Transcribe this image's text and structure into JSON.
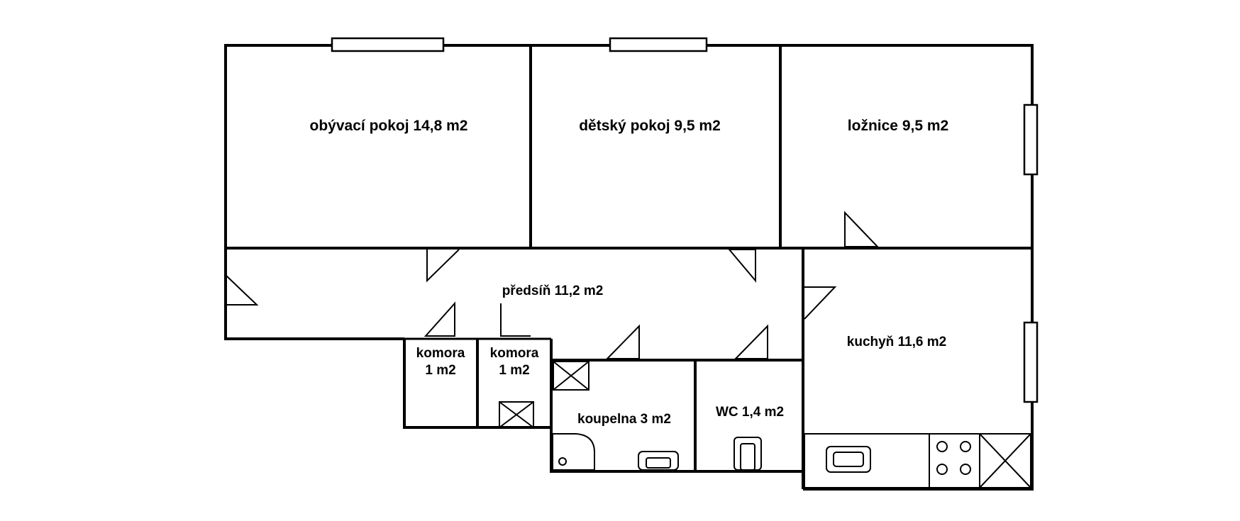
{
  "rooms": {
    "living_room": "obývací pokoj 14,8 m2",
    "kids_room": "dětský pokoj 9,5 m2",
    "bedroom": "ložnice 9,5 m2",
    "hallway": "předsíň 11,2 m2",
    "kitchen": "kuchyň 11,6 m2",
    "pantry_1_name": "komora",
    "pantry_1_area": "1 m2",
    "pantry_2_name": "komora",
    "pantry_2_area": "1 m2",
    "bathroom": "koupelna 3 m2",
    "wc": "WC 1,4 m2"
  }
}
